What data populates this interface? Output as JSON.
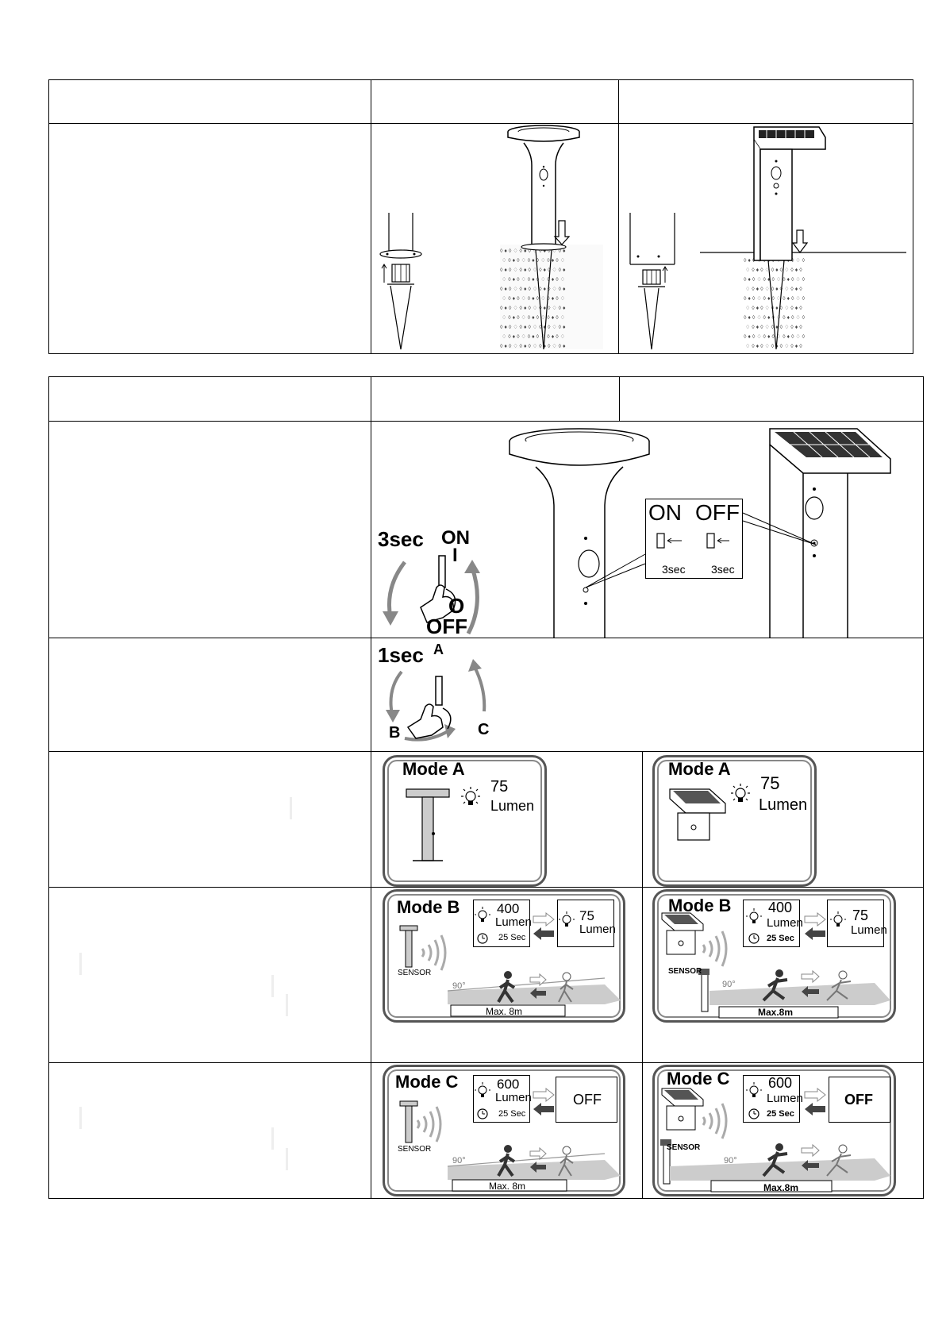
{
  "switch": {
    "sec": "3sec",
    "on": "ON",
    "on_mark": "I",
    "off_mark": "O",
    "off": "OFF"
  },
  "switch_detail": {
    "on": "ON",
    "off": "OFF",
    "on_sec": "3sec",
    "off_sec": "3sec"
  },
  "mode_cycle": {
    "sec": "1sec",
    "a": "A",
    "b": "B",
    "c": "C"
  },
  "mode_a": {
    "title": "Mode A",
    "lumen_value": "75",
    "lumen_unit": "Lumen"
  },
  "mode_b": {
    "title": "Mode B",
    "high_value": "400",
    "high_unit": "Lumen",
    "time": "25 Sec",
    "low_value": "75",
    "low_unit": "Lumen",
    "sensor": "SENSOR",
    "angle": "90°",
    "range_left": "Max. 8m",
    "range_right": "Max.8m"
  },
  "mode_c": {
    "title": "Mode C",
    "high_value": "600",
    "high_unit": "Lumen",
    "time": "25 Sec",
    "off_label": "OFF",
    "sensor": "SENSOR",
    "angle": "90°",
    "range_left": "Max. 8m",
    "range_right": "Max.8m"
  },
  "icons": [
    "bulb-icon",
    "timer-icon",
    "arrow-right-icon",
    "arrow-left-icon",
    "walking-person-icon",
    "running-person-icon",
    "hand-press-icon",
    "rotate-arrow-icon"
  ]
}
